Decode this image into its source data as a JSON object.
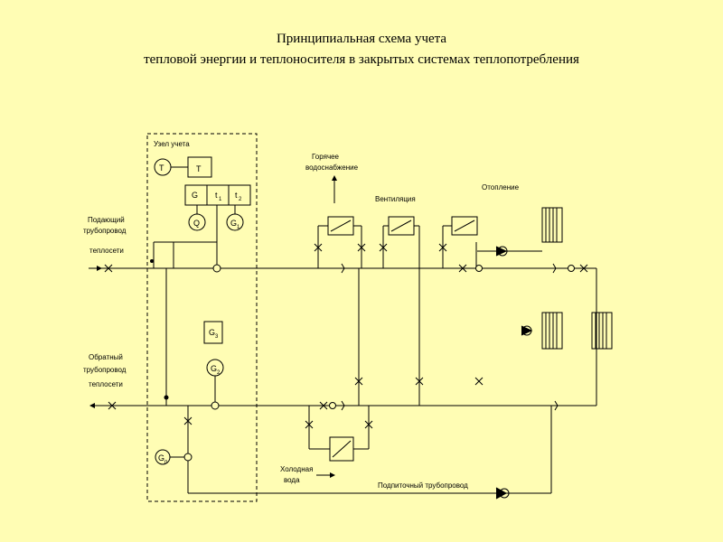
{
  "title": {
    "line1": "Принципиальная схема учета",
    "line2": "тепловой энергии и теплоносителя в закрытых  системах теплопотребления"
  },
  "labels": {
    "meter_unit": "Узел учета",
    "supply_line": [
      "Подающий",
      "трубопровод",
      "теплосети"
    ],
    "return_line": [
      "Обратный",
      "трубопровод",
      "теплосети"
    ],
    "hot_water": [
      "Горячее",
      "водоснабжение"
    ],
    "ventilation": "Вентиляция",
    "heating": "Отопление",
    "cold_water": [
      "Холодная",
      "вода"
    ],
    "makeup_line": "Подпиточный трубопровод"
  },
  "instruments": {
    "T_circle": "T",
    "T_box": "T",
    "G_cell": "G",
    "t1_cell": "t",
    "t2_cell": "t",
    "t1_sub": "1",
    "t2_sub": "2",
    "Q": "Q",
    "G1": "G",
    "G1_sub": "1",
    "G3": "G",
    "G3_sub": "3",
    "G2": "G",
    "G2_sub": "2",
    "Gn": "G",
    "Gn_sub": "п"
  }
}
